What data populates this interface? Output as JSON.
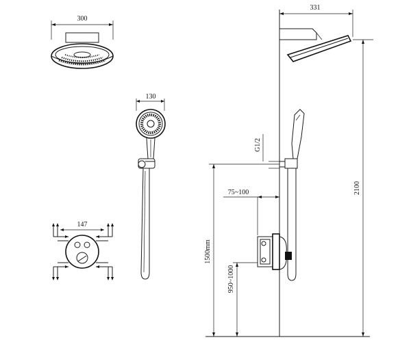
{
  "diagram": {
    "dimensions": {
      "head_width": "300",
      "hand_shower_width": "130",
      "valve_width": "147",
      "overall_projection": "331",
      "inlet_thread": "G1/2",
      "valve_depth": "75~100",
      "total_height": "2100",
      "outlet_height": "1500mm",
      "valve_height": "950~1000"
    },
    "colors": {
      "line": "#1a1a1a",
      "background": "#ffffff"
    }
  }
}
